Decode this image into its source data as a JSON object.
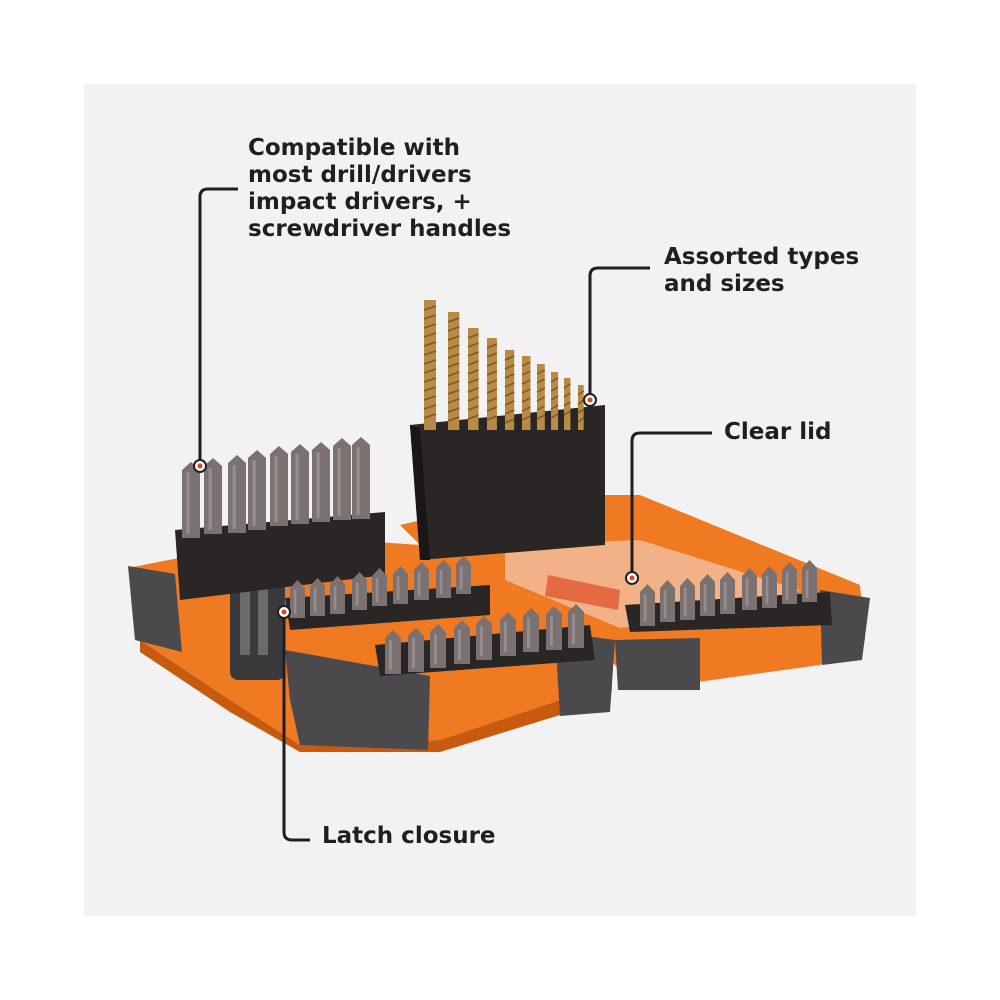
{
  "callouts": {
    "compatibility": {
      "lines": [
        "Compatible with",
        "most drill/drivers",
        "impact drivers, +",
        "screwdriver handles"
      ]
    },
    "assortment": {
      "lines": [
        "Assorted types",
        "and sizes"
      ]
    },
    "lid": {
      "lines": [
        "Clear lid"
      ]
    },
    "latch": {
      "lines": [
        "Latch closure"
      ]
    }
  },
  "colors": {
    "panel_bg": "#f2f2f2",
    "case_orange": "#f07a22",
    "case_dark_orange": "#c85a10",
    "bumper_gray": "#4a4a4c",
    "holder_black": "#2a2626",
    "bit_steel": "#7a7170",
    "drill_gold": "#b98a45",
    "callout_text": "#1f1f1f",
    "marker_red": "#e0451c"
  },
  "icons": {
    "callout_marker": "dot-marker-icon"
  }
}
